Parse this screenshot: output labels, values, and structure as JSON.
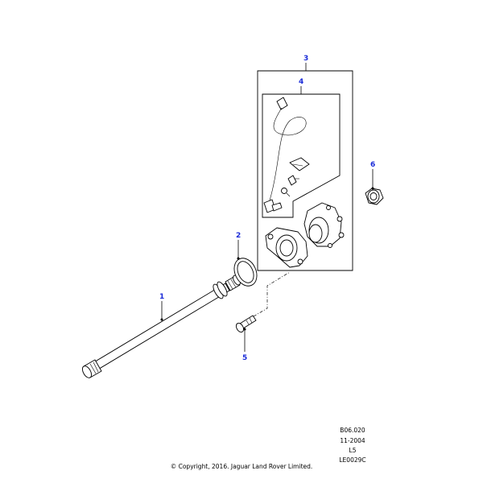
{
  "callouts": {
    "c1": "1",
    "c2": "2",
    "c3": "3",
    "c4": "4",
    "c5": "5",
    "c6": "6"
  },
  "footer": {
    "ref1": "B06.020",
    "ref2": "11-2004",
    "ref3": "L5",
    "ref4": "LE0029C",
    "copyright": "© Copyright, 2016. Jaguar Land Rover Limited."
  },
  "colors": {
    "callout": "#1a2bd8"
  }
}
